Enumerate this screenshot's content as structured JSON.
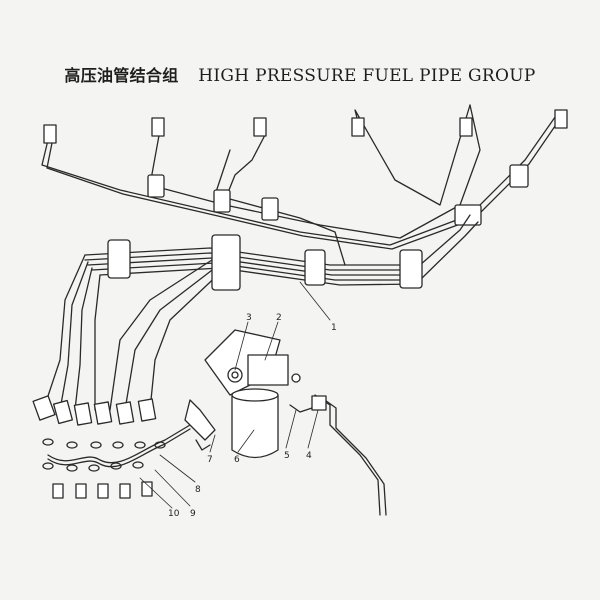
{
  "title": {
    "cn": "高压油管结合组",
    "en": "HIGH PRESSURE FUEL PIPE GROUP"
  },
  "callouts": [
    "1",
    "2",
    "3",
    "4",
    "5",
    "6",
    "7",
    "8",
    "9",
    "10"
  ],
  "colors": {
    "line": "#2a2a2a",
    "background": "#f4f4f2"
  }
}
